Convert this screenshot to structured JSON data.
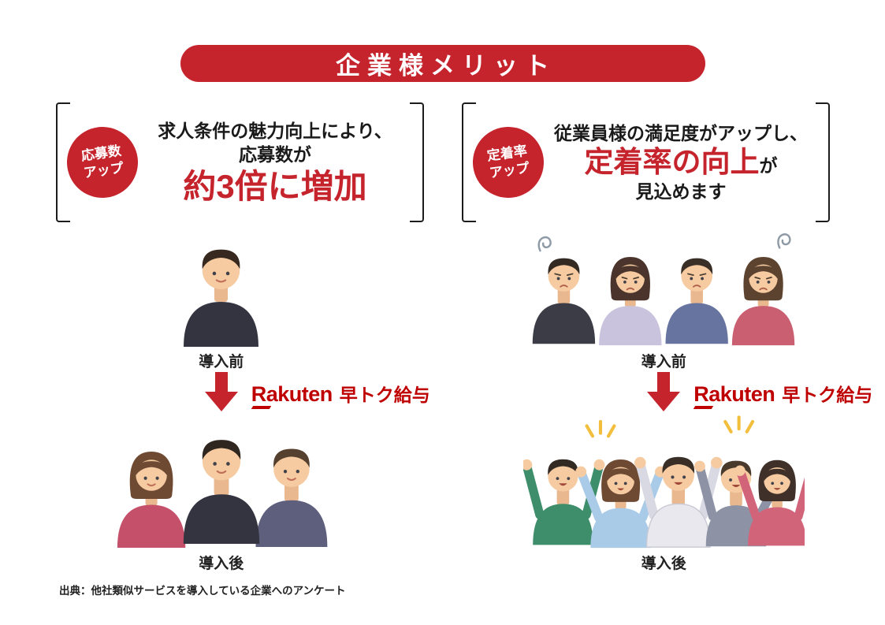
{
  "page": {
    "title": "企業様メリット",
    "source_note": "出典：他社類似サービスを導入している企業へのアンケート"
  },
  "logo": {
    "brand": "Rakuten",
    "product": "早トク給与"
  },
  "labels": {
    "before": "導入前",
    "after": "導入後"
  },
  "panels": {
    "left": {
      "badge_line1": "応募数",
      "badge_line2": "アップ",
      "line1": "求人条件の魅力向上により、",
      "line2": "応募数が",
      "highlight": "約3倍に増加"
    },
    "right": {
      "badge_line1": "定着率",
      "badge_line2": "アップ",
      "line1": "従業員様の満足度がアップし、",
      "highlight": "定着率の向上",
      "highlight_suffix": "が",
      "line3": "見込めます"
    }
  },
  "colors": {
    "banner_red": "#c5242d",
    "accent_red": "#c5242d",
    "rakuten_red": "#bf0000",
    "bracket_black": "#1c1c1c"
  },
  "icons": {
    "down_arrow": "⬇",
    "frustration_squiggle": "〰 gray spiral",
    "cheer_sparkle": "✦ yellow lines"
  }
}
